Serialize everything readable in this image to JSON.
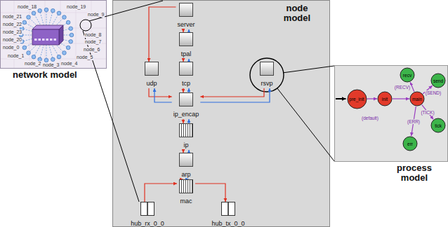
{
  "diagram": {
    "nodes": [
      {
        "text": [
          "network model"
        ]
      },
      {
        "text": [
          "node model"
        ]
      },
      {
        "text": [
          "server"
        ],
        "in": 1
      },
      {
        "text": [
          "tpal"
        ],
        "in": 1
      },
      {
        "text": [
          "udp"
        ],
        "in": 1
      },
      {
        "text": [
          "tcp"
        ],
        "in": 1
      },
      {
        "text": [
          "rsvp"
        ],
        "in": 1
      },
      {
        "text": [
          "ip_encap"
        ],
        "in": 1
      },
      {
        "text": [
          "ip"
        ],
        "in": 1
      },
      {
        "text": [
          "arp"
        ],
        "in": 1
      },
      {
        "text": [
          "mac"
        ],
        "in": 1
      },
      {
        "text": [
          "hub_rx_0_0"
        ],
        "in": 1
      },
      {
        "text": [
          "hub_tx_0_0"
        ],
        "in": 1
      },
      {
        "text": [
          "process model"
        ]
      },
      {
        "text": [
          "pre_init"
        ],
        "in": 13
      },
      {
        "text": [
          "init"
        ],
        "in": 13
      },
      {
        "text": [
          "main"
        ],
        "in": 13
      },
      {
        "text": [
          "recv"
        ],
        "in": 13
      },
      {
        "text": [
          "send"
        ],
        "in": 13
      },
      {
        "text": [
          "tick"
        ],
        "in": 13
      },
      {
        "text": [
          "err"
        ],
        "in": 13
      }
    ],
    "edges": [
      {
        "from": 2,
        "to": 3,
        "arrow": "to"
      },
      {
        "from": 3,
        "to": 5,
        "arrow": "to"
      },
      {
        "from": 5,
        "to": 7,
        "arrow": "to"
      },
      {
        "from": 4,
        "to": 7,
        "arrow": "to"
      },
      {
        "from": 6,
        "to": 7,
        "arrow": "to"
      },
      {
        "from": 7,
        "to": 8,
        "arrow": "to"
      },
      {
        "from": 8,
        "to": 9,
        "arrow": "to"
      },
      {
        "from": 9,
        "to": 10,
        "arrow": "to"
      },
      {
        "from": 10,
        "to": 12,
        "arrow": "to"
      },
      {
        "from": 11,
        "to": 10,
        "arrow": "to"
      },
      {
        "from": 2,
        "to": 4,
        "arrow": "to"
      },
      {
        "from": 3,
        "to": 2,
        "arrow": "to"
      },
      {
        "from": 5,
        "to": 3,
        "arrow": "to"
      },
      {
        "from": 7,
        "to": 5,
        "arrow": "to"
      },
      {
        "from": 7,
        "to": 4,
        "arrow": "to"
      },
      {
        "from": 7,
        "to": 6,
        "arrow": "to"
      },
      {
        "from": 8,
        "to": 7,
        "arrow": "to"
      },
      {
        "from": 9,
        "to": 8,
        "arrow": "to"
      },
      {
        "from": 10,
        "to": 9,
        "arrow": "to"
      },
      {
        "from": 14,
        "to": 15,
        "arrow": "to"
      },
      {
        "from": 15,
        "to": 16,
        "arrow": "to"
      },
      {
        "from": 16,
        "to": 17,
        "label": "(RECV)",
        "arrow": "to"
      },
      {
        "from": 16,
        "to": 18,
        "label": "(SEND)",
        "arrow": "to"
      },
      {
        "from": 16,
        "to": 19,
        "label": "(TICK)",
        "arrow": "to"
      },
      {
        "from": 16,
        "to": 20,
        "label": "(ERR)",
        "arrow": "to"
      }
    ],
    "labels": [
      "node_18",
      "node_19",
      "node_21",
      "node_22",
      "node_23",
      "node_20",
      "node_0",
      "node_1",
      "node_2",
      "node_3",
      "node_4",
      "node_5",
      "node_6",
      "node_7",
      "node_8",
      "node_9",
      "(default)"
    ]
  }
}
